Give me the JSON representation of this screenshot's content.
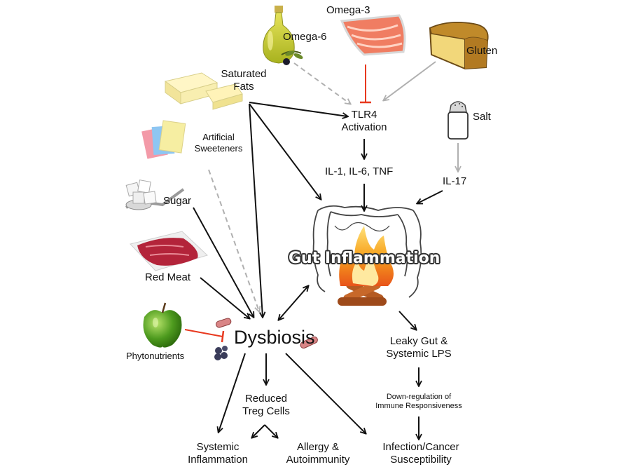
{
  "labels": {
    "omega3": "Omega-3",
    "omega6": "Omega-6",
    "gluten": "Gluten",
    "saturated_fats": [
      "Saturated",
      "Fats"
    ],
    "artificial_sweeteners": [
      "Artificial",
      "Sweeteners"
    ],
    "salt": "Salt",
    "tlr4": [
      "TLR4",
      "Activation"
    ],
    "cytokines": "IL-1, IL-6, TNF",
    "il17": "IL-17",
    "sugar": "Sugar",
    "red_meat": "Red Meat",
    "phytonutrients": "Phytonutrients",
    "gut_inflammation": "Gut Inflammation",
    "dysbiosis": "Dysbiosis",
    "leaky_gut": [
      "Leaky Gut &",
      "Systemic LPS"
    ],
    "down_regulation": [
      "Down-regulation of",
      "Immune Responsiveness"
    ],
    "reduced_treg": [
      "Reduced",
      "Treg Cells"
    ],
    "systemic_inflammation": [
      "Systemic",
      "Inflammation"
    ],
    "allergy": [
      "Allergy &",
      "Autoimmunity"
    ],
    "infection": [
      "Infection/Cancer",
      "Susceptibility"
    ]
  },
  "colors": {
    "arrow": "#111111",
    "promote_gray": "#b0b0b0",
    "inhibit_red": "#e8391f",
    "flame": "#f39a1e",
    "gut_outline": "#444444"
  },
  "icons": [
    "olive-oil-bottle-icon",
    "salmon-icon",
    "bread-icon",
    "butter-icon",
    "sweetener-packets-icon",
    "salt-shaker-icon",
    "sugar-spoon-icon",
    "raw-meat-icon",
    "apple-icon",
    "bacteria-icon",
    "campfire-icon",
    "intestine-icon"
  ]
}
